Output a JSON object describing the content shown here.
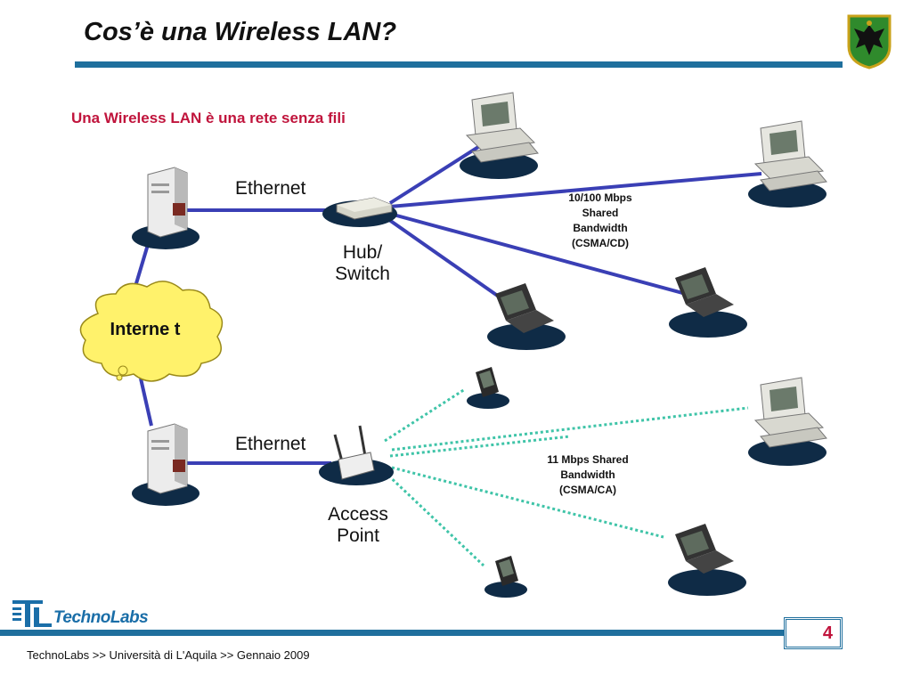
{
  "slide": {
    "title": "Cos’è una Wireless LAN?",
    "subtitle": "Una Wireless LAN è una rete senza fili",
    "page_number": "4"
  },
  "labels": {
    "ethernet_top": "Ethernet",
    "hub_line1": "Hub/",
    "hub_line2": "Switch",
    "internet": "Interne t",
    "ethernet_bottom": "Ethernet",
    "ap_line1": "Access",
    "ap_line2": "Point",
    "wired_bw_1": "10/100 Mbps",
    "wired_bw_2": "Shared",
    "wired_bw_3": "Bandwidth",
    "wired_bw_4": "(CSMA/CD)",
    "wireless_bw_1": "11  Mbps Shared",
    "wireless_bw_2": "Bandwidth",
    "wireless_bw_3": "(CSMA/CA)"
  },
  "footer": {
    "logo_text": "TechnoLabs",
    "text": "TechnoLabs  >> Università di L'Aquila >> Gennaio 2009"
  },
  "colors": {
    "accent": "#1f6f9d",
    "subtitle": "#c0143c",
    "link": "#3a3fb5",
    "wireless": "#3fc4a8",
    "cloud": "#fff26b"
  }
}
